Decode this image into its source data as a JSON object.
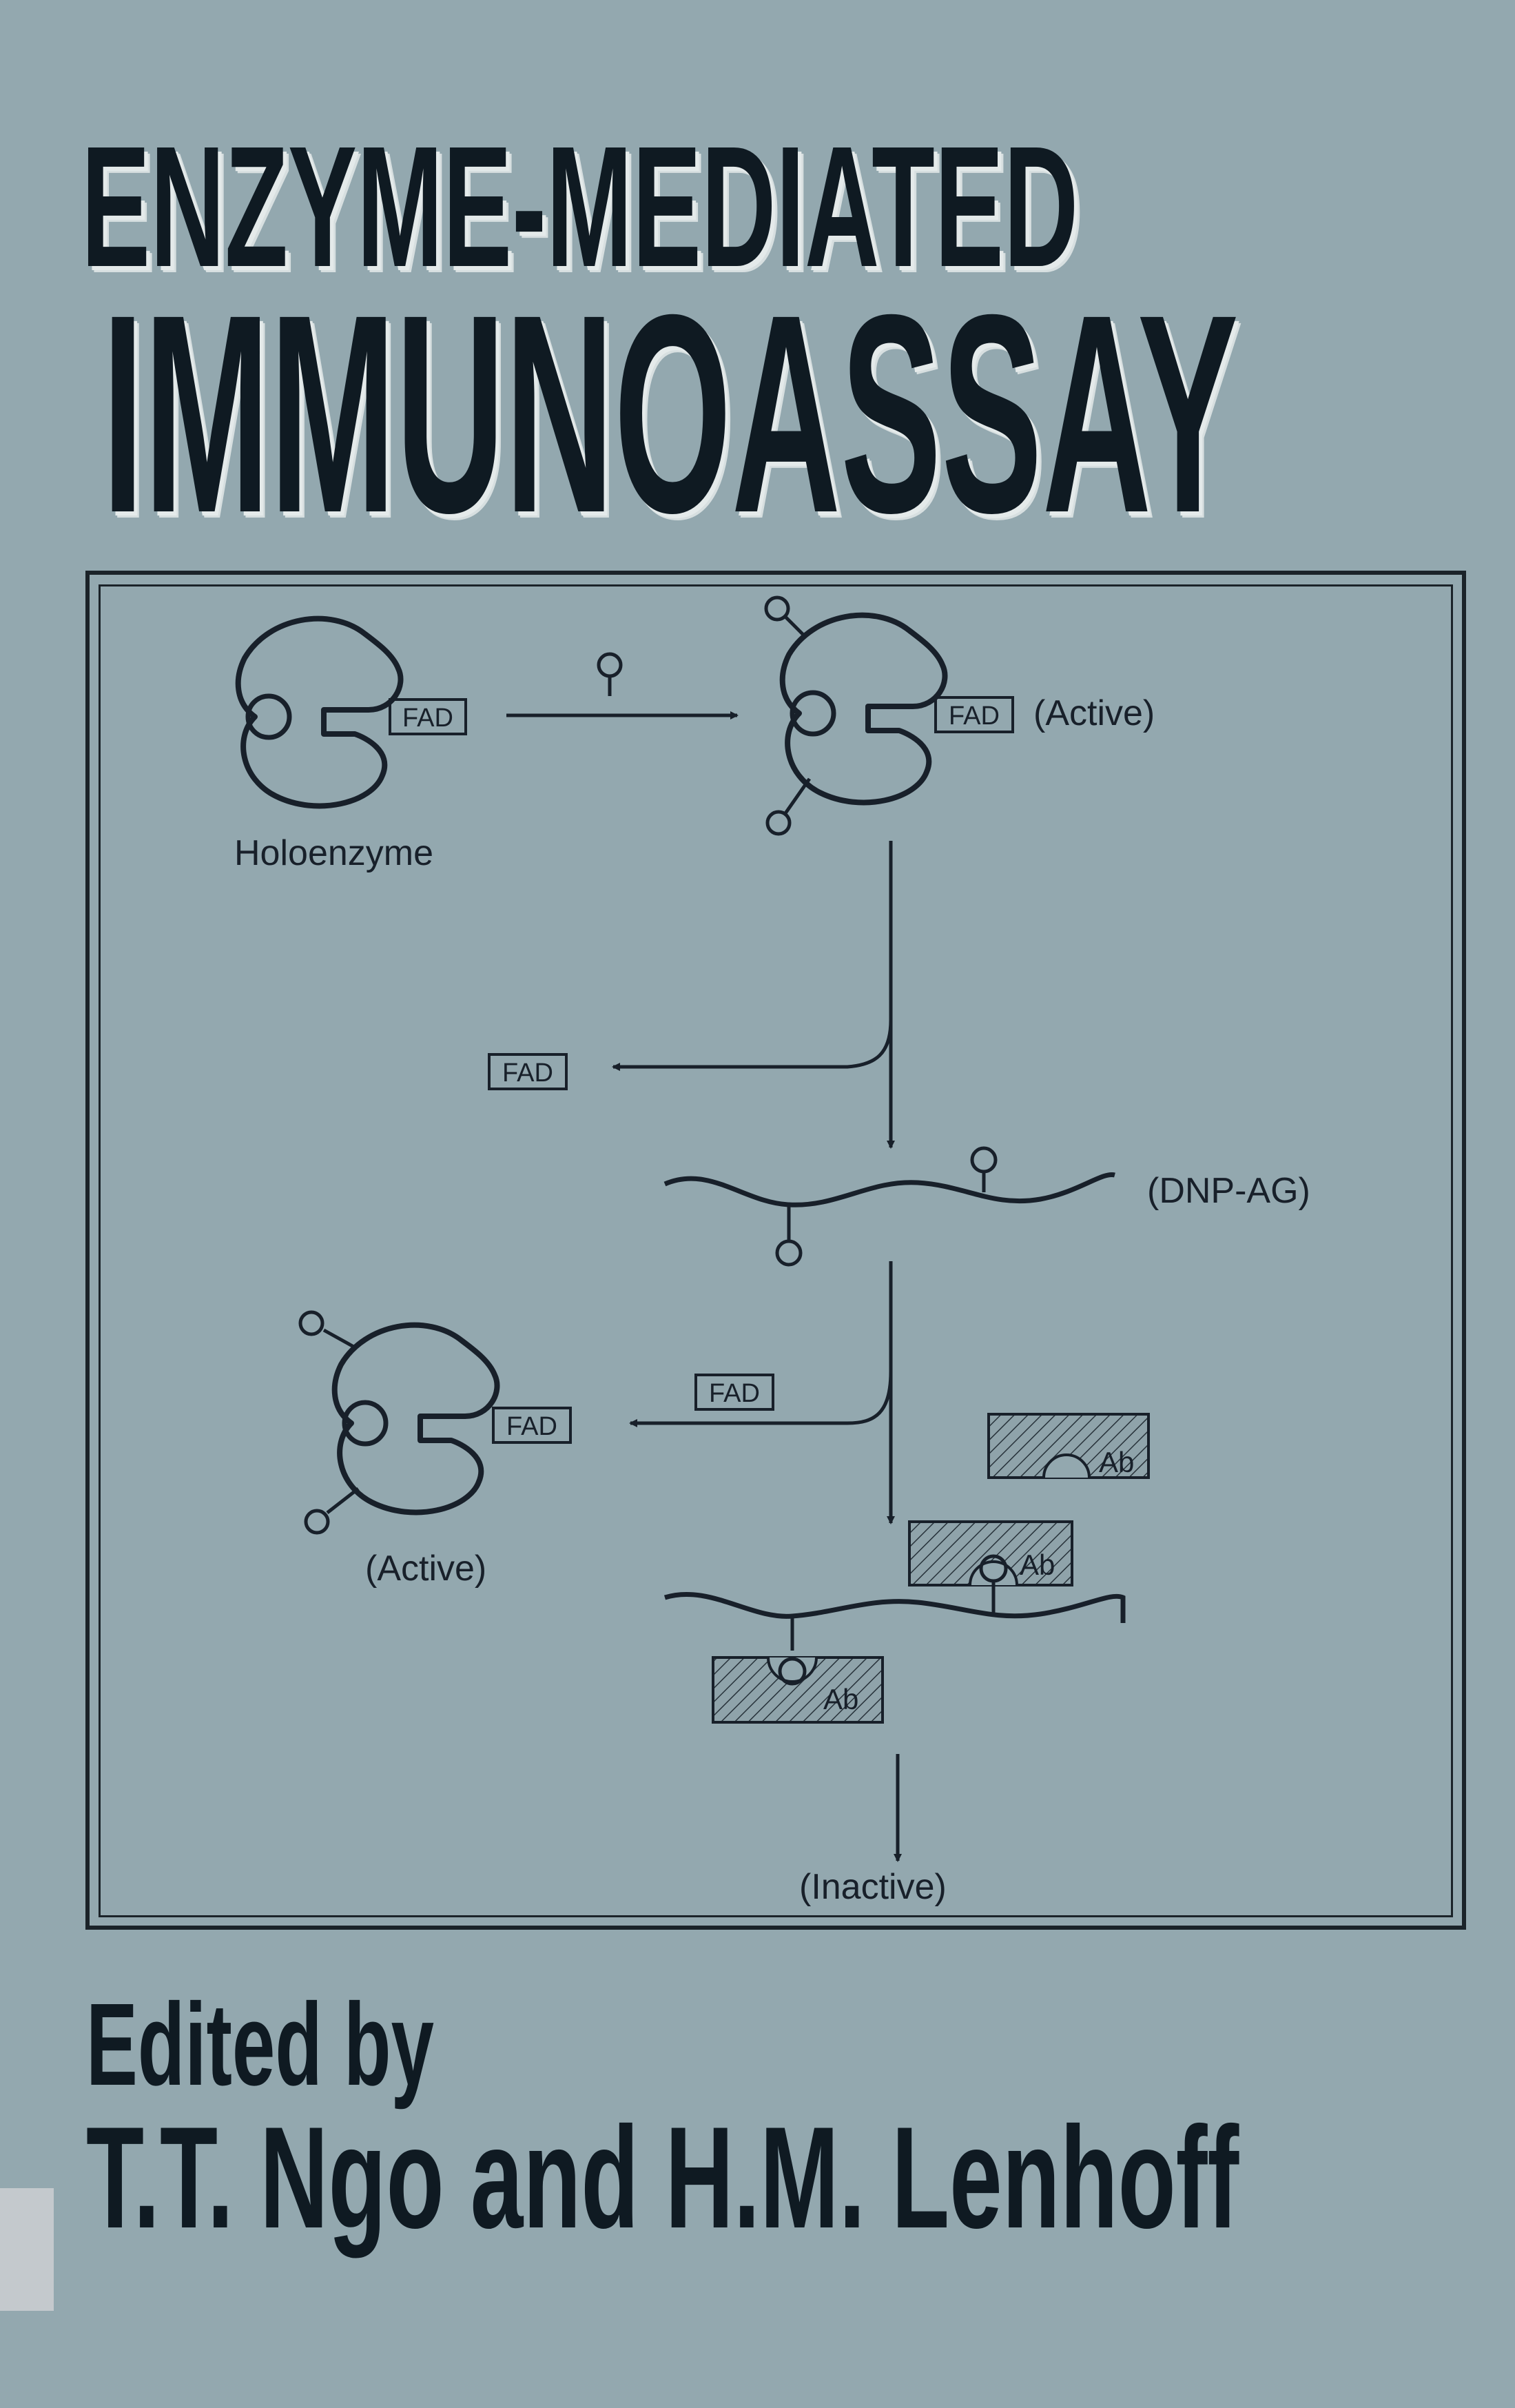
{
  "title": {
    "line1": "ENZYME-MEDIATED",
    "line2": "IMMUNOASSAY"
  },
  "diagram": {
    "labels": {
      "fad": "FAD",
      "active": "(Active)",
      "holoenzyme": "Holoenzyme",
      "dnp_ag": "(DNP-AG)",
      "antibody": "Ab",
      "inactive": "(Inactive)"
    }
  },
  "credits": {
    "edited_by": "Edited by",
    "editors": "T.T. Ngo  and  H.M. Lenhoff"
  }
}
